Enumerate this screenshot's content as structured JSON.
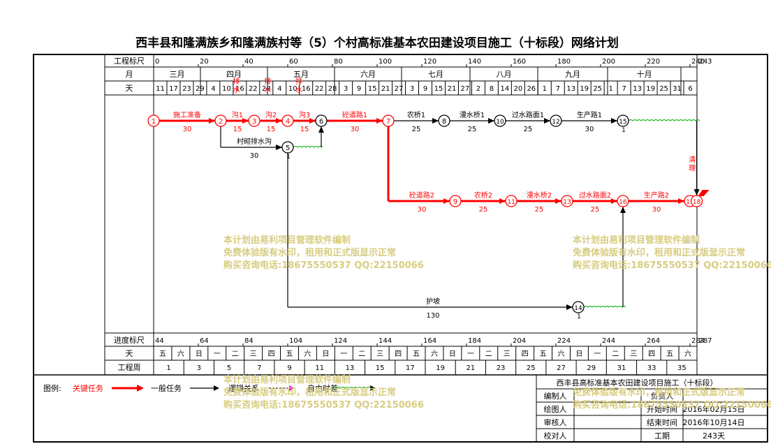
{
  "title": "西丰县和隆满族乡和隆满族村等（5）个村高标准基本农田建设项目施工（十标段）网络计划",
  "header": {
    "scale_label": "工程标尺",
    "month_label": "月",
    "day_label": "天",
    "scale_ticks": [
      "0",
      "20",
      "40",
      "60",
      "80",
      "100",
      "120",
      "140",
      "160",
      "180",
      "200",
      "220",
      "240"
    ],
    "scale_end": "243",
    "months": [
      "三月",
      "四月",
      "五月",
      "六月",
      "七月",
      "八月",
      "九月",
      "十月"
    ],
    "days": [
      "11",
      "17",
      "23",
      "29",
      "4",
      "10",
      "16",
      "22",
      "28",
      "4",
      "10",
      "16",
      "22",
      "28",
      "3",
      "9",
      "15",
      "21",
      "27",
      "3",
      "9",
      "15",
      "21",
      "27",
      "2",
      "8",
      "14",
      "20",
      "26",
      "1",
      "7",
      "13",
      "19",
      "25",
      "1",
      "7",
      "13",
      "19",
      "25",
      "31",
      "6"
    ]
  },
  "footer": {
    "progress_label": "进度标尺",
    "weekday_label": "天",
    "week_label": "工程周",
    "progress_ticks": [
      "44",
      "64",
      "84",
      "104",
      "124",
      "144",
      "164",
      "184",
      "204",
      "224",
      "244",
      "264",
      "284"
    ],
    "progress_end": "287",
    "weekdays": [
      "五",
      "六",
      "日",
      "一",
      "二",
      "三",
      "四",
      "五",
      "六",
      "日",
      "一",
      "二",
      "三",
      "四",
      "五",
      "六",
      "日",
      "一",
      "二",
      "三",
      "四",
      "五",
      "六",
      "日",
      "一",
      "二",
      "三",
      "四",
      "五",
      "六"
    ],
    "weeks": [
      "1",
      "3",
      "5",
      "7",
      "9",
      "11",
      "13",
      "15",
      "17",
      "19",
      "21",
      "23",
      "25",
      "27",
      "29",
      "31",
      "33",
      "35"
    ]
  },
  "legend": {
    "prefix": "图例:",
    "critical": "关键任务",
    "normal": "一般任务",
    "logic": "逻辑关系",
    "float": "自由时差"
  },
  "info": {
    "project": "西丰县高标准基本农田建设项目施工（十标段）",
    "rows": [
      {
        "label": "编制人",
        "key": "负责人",
        "value": ""
      },
      {
        "label": "绘图人",
        "key": "开始时间",
        "value": "2016年02月15日"
      },
      {
        "label": "审核人",
        "key": "结束时间",
        "value": "2016年10月14日"
      },
      {
        "label": "校对人",
        "key": "工期",
        "value": "243天"
      }
    ]
  },
  "nodes": [
    {
      "id": "1",
      "day": 0,
      "row": "a",
      "critical": true
    },
    {
      "id": "2",
      "day": 30,
      "row": "a",
      "critical": true
    },
    {
      "id": "3",
      "day": 45,
      "row": "a",
      "critical": true
    },
    {
      "id": "4",
      "day": 60,
      "row": "a",
      "critical": true
    },
    {
      "id": "5",
      "day": 60,
      "row": "b",
      "critical": false
    },
    {
      "id": "6",
      "day": 75,
      "row": "a",
      "critical": false
    },
    {
      "id": "7",
      "day": 105,
      "row": "a",
      "critical": true
    },
    {
      "id": "8",
      "day": 130,
      "row": "a",
      "critical": false
    },
    {
      "id": "9",
      "day": 135,
      "row": "c",
      "critical": true
    },
    {
      "id": "10",
      "day": 155,
      "row": "a",
      "critical": false
    },
    {
      "id": "11",
      "day": 160,
      "row": "c",
      "critical": true
    },
    {
      "id": "12",
      "day": 180,
      "row": "a",
      "critical": false
    },
    {
      "id": "13",
      "day": 185,
      "row": "c",
      "critical": true
    },
    {
      "id": "14",
      "day": 190,
      "row": "d",
      "critical": false
    },
    {
      "id": "15",
      "day": 210,
      "row": "a",
      "critical": false
    },
    {
      "id": "16",
      "day": 210,
      "row": "c",
      "critical": true
    },
    {
      "id": "17",
      "day": 240,
      "row": "c",
      "critical": true
    },
    {
      "id": "18",
      "day": 243,
      "row": "c",
      "critical": true
    }
  ],
  "tasks": [
    {
      "from": "1",
      "to": "2",
      "name": "施工准备",
      "dur": "30",
      "critical": true
    },
    {
      "from": "2",
      "to": "3",
      "name": "沟1",
      "dur": "15",
      "critical": true
    },
    {
      "from": "3",
      "to": "4",
      "name": "沟2",
      "dur": "15",
      "critical": true
    },
    {
      "from": "4",
      "to": "6",
      "name": "沟3",
      "dur": "15",
      "critical": true
    },
    {
      "from": "6",
      "to": "7",
      "name": "砼道路1",
      "dur": "30",
      "critical": true
    },
    {
      "from": "7",
      "to": "8",
      "name": "农桥1",
      "dur": "25",
      "critical": false
    },
    {
      "from": "8",
      "to": "10",
      "name": "漫水桥1",
      "dur": "25",
      "critical": false
    },
    {
      "from": "10",
      "to": "12",
      "name": "过水路面1",
      "dur": "25",
      "critical": false
    },
    {
      "from": "12",
      "to": "15",
      "name": "生产路1",
      "dur": "30",
      "critical": false
    },
    {
      "from": "2",
      "to": "5",
      "name": "村砌排水沟",
      "dur": "30",
      "critical": false
    },
    {
      "from": "5",
      "to": "14",
      "name": "护坡",
      "dur": "130",
      "critical": false
    },
    {
      "from": "7",
      "to": "9",
      "name": "砼道路2",
      "dur": "30",
      "critical": true
    },
    {
      "from": "9",
      "to": "11",
      "name": "农桥2",
      "dur": "25",
      "critical": true
    },
    {
      "from": "11",
      "to": "13",
      "name": "漫水桥2",
      "dur": "25",
      "critical": true
    },
    {
      "from": "13",
      "to": "16",
      "name": "过水路面2",
      "dur": "25",
      "critical": true
    },
    {
      "from": "16",
      "to": "17",
      "name": "生产路2",
      "dur": "30",
      "critical": true
    }
  ],
  "float_marks": [
    "1",
    "1",
    "1"
  ],
  "vertical_notes": [
    "排水",
    "排水",
    "排水",
    "清理"
  ],
  "watermark": [
    "本计划由易利项目管理软件编制",
    "免费体验版有水印，租用和正式版显示正常",
    "购买咨询电话:18675550537 QQ:22150066"
  ],
  "colors": {
    "critical": "#ff0000",
    "normal": "#000000",
    "float": "#00b000",
    "watermark": "#d8cc80"
  }
}
